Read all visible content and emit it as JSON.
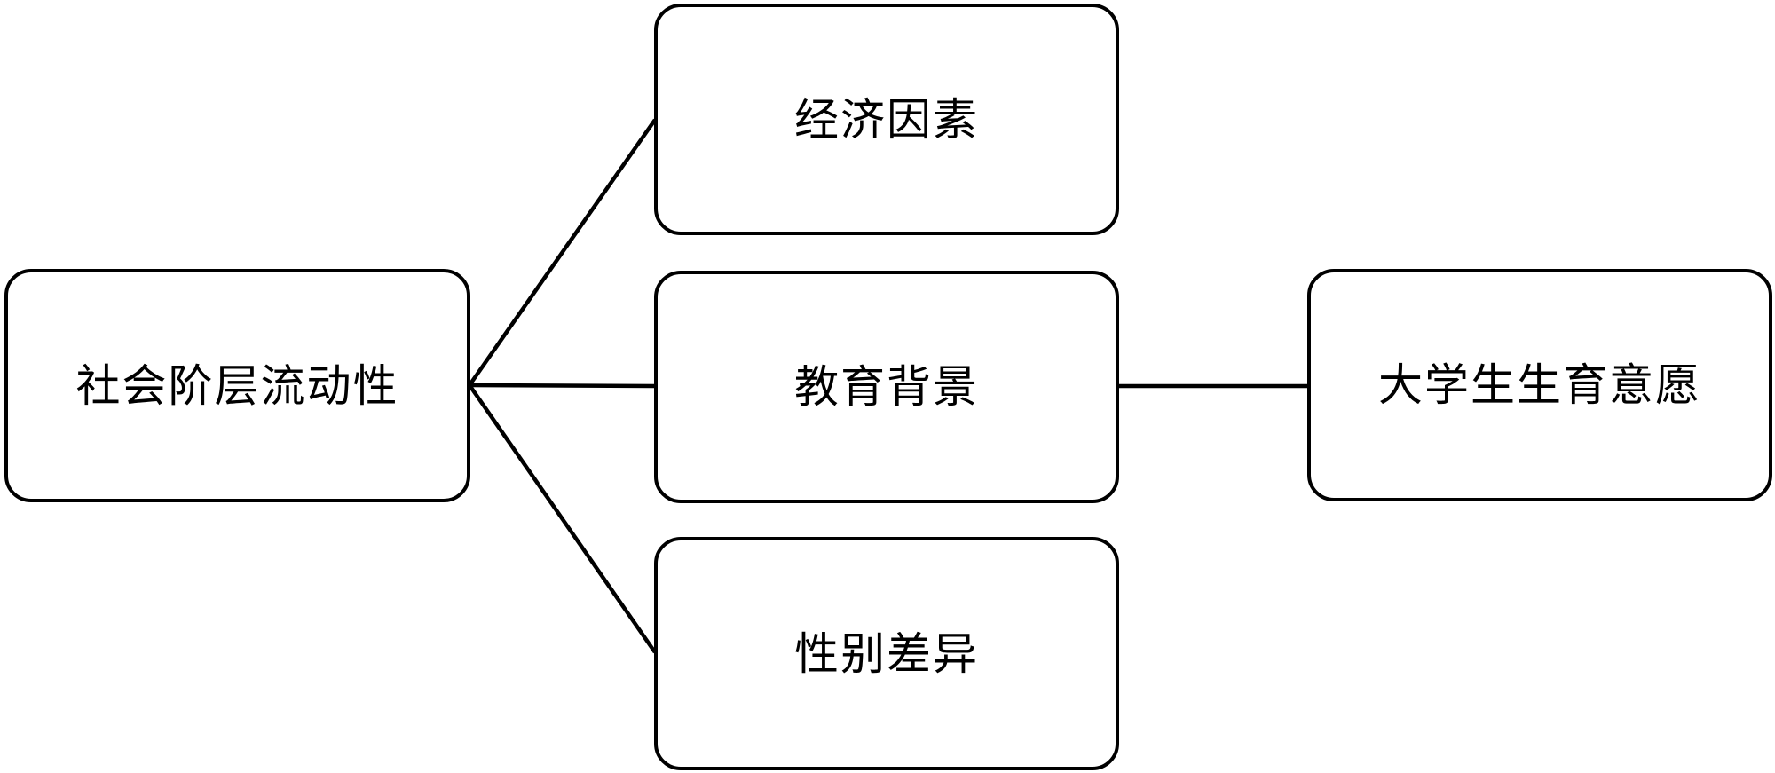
{
  "diagram": {
    "nodes": [
      {
        "id": "social-class-mobility",
        "label": "社会阶层流动性"
      },
      {
        "id": "economic-factors",
        "label": "经济因素"
      },
      {
        "id": "education-background",
        "label": "教育背景"
      },
      {
        "id": "gender-difference",
        "label": "性别差异"
      },
      {
        "id": "fertility-intention",
        "label": "大学生生育意愿"
      }
    ],
    "edges": [
      {
        "from": "社会阶层流动性",
        "to": "经济因素"
      },
      {
        "from": "社会阶层流动性",
        "to": "教育背景"
      },
      {
        "from": "社会阶层流动性",
        "to": "性别差异"
      },
      {
        "from": "教育背景",
        "to": "大学生生育意愿"
      }
    ],
    "colors": {
      "background": "#ffffff",
      "stroke": "#000000",
      "text": "#000000"
    }
  }
}
